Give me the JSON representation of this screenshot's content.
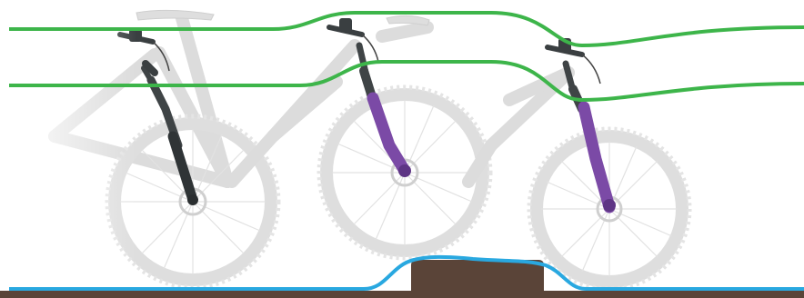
{
  "diagram": {
    "subject": "suspension-fork-travel-over-obstacle",
    "colors": {
      "background": "#ffffff",
      "ghost_bike": "#e3e3e3",
      "ghost_bike_outline": "#cfcfcf",
      "tire_knobs": "#d8d8d8",
      "fork_standard": "#3f4446",
      "fork_highlight": "#7b4aa6",
      "handlebar_trace": "#3db54a",
      "wheel_path_trace": "#29a8e0",
      "ground": "#5a4438",
      "obstacle": "#5a4438"
    },
    "bikes": [
      {
        "id": "bike-1",
        "fork": "standard",
        "faded": true
      },
      {
        "id": "bike-2",
        "fork": "highlighted",
        "faded": false
      },
      {
        "id": "bike-3",
        "fork": "highlighted",
        "faded": false
      }
    ],
    "traces": [
      {
        "id": "handlebar-path",
        "color": "green"
      },
      {
        "id": "head-tube-path",
        "color": "green"
      },
      {
        "id": "front-wheel-path",
        "color": "blue"
      }
    ],
    "obstacle_shape": "raised block"
  }
}
